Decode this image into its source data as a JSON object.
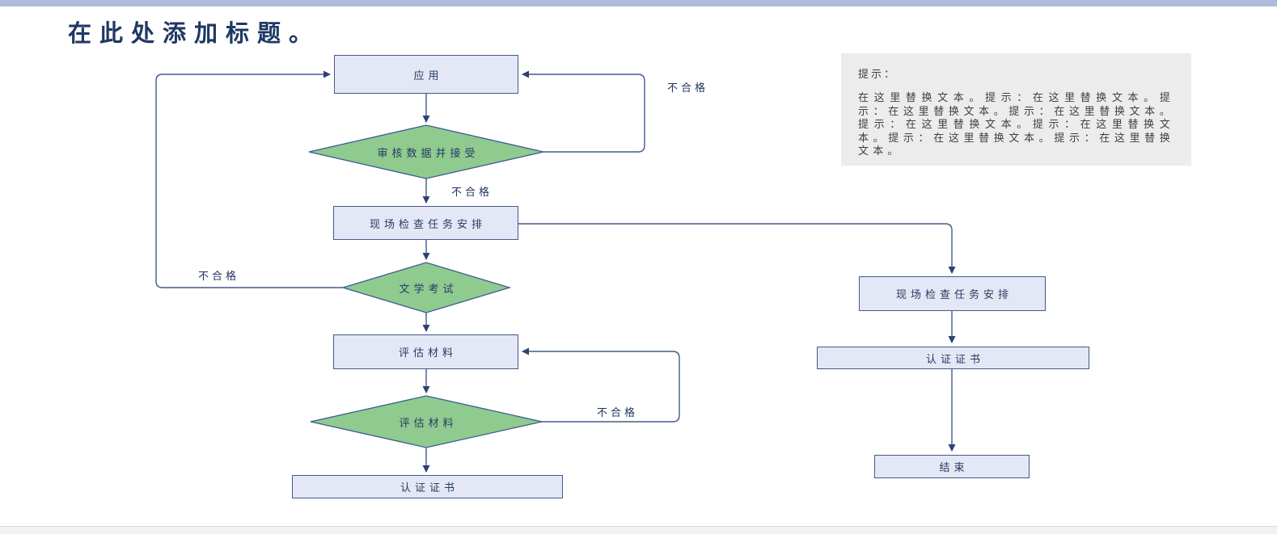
{
  "page": {
    "title": "在此处添加标题。"
  },
  "flowchart": {
    "nodes": {
      "application": "应用",
      "review_data": "审核数据并接受",
      "site_inspection": "现场检查任务安排",
      "literature_exam": "文学考试",
      "evaluate_materials_box": "评估材料",
      "evaluate_materials_decision": "评估材料",
      "certificate": "认证证书",
      "site_inspection_right": "现场检查任务安排",
      "certificate_right": "认证证书",
      "end": "结束"
    },
    "edge_labels": {
      "fail_top_right": "不合格",
      "fail_mid": "不合格",
      "fail_left": "不合格",
      "fail_bottom_right": "不合格"
    }
  },
  "hint_panel": {
    "title": "提示：",
    "body": "在这里替换文本。提示：在这里替换文本。提示：在这里替换文本。提示：在这里替换文本。提示：在这里替换文本。提示：在这里替换文本。提示：在这里替换文本。提示：在这里替换文本。"
  },
  "colors": {
    "topbar": "#aebbdd",
    "bottombar": "#f1f1f1",
    "title_color": "#1f3864",
    "process_fill": "#e4e7f5",
    "process_border": "#44598c",
    "decision_fill": "#8fca8f",
    "decision_border": "#3c5c94",
    "line_color": "#44598c",
    "node_text": "#263a63",
    "label_text": "#21355c",
    "hint_bg": "#ececec",
    "hint_text": "#3f3f3f"
  }
}
